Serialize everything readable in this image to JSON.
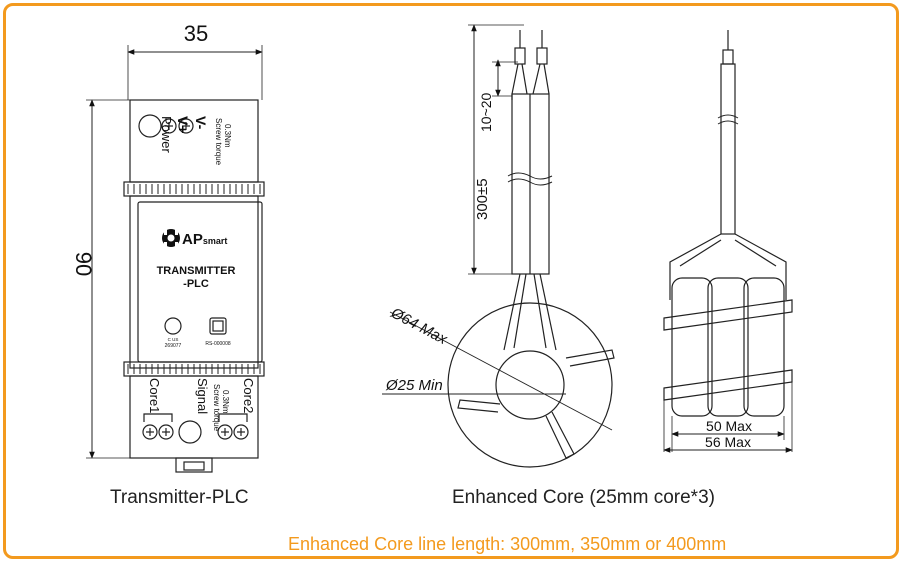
{
  "transmitter": {
    "width_label": "35",
    "height_label": "90",
    "top_terminals": {
      "v_minus": "V-",
      "v_plus": "V+",
      "power": "Power",
      "screw_torque": "Screw torque",
      "torque_value": "0.3Nm"
    },
    "brand": "APsmart",
    "brand_prefix": "AP",
    "brand_suffix": "smart",
    "model_line1": "TRANSMITTER",
    "model_line2": "-PLC",
    "cert_mark": "C US",
    "cert_number": "269077",
    "rs_number": "RS-000008",
    "bottom_terminals": {
      "core1": "Core1",
      "signal": "Signal",
      "core2": "Core2",
      "screw_torque": "Screw torque",
      "torque_value": "0.3Nm"
    },
    "caption": "Transmitter-PLC"
  },
  "core": {
    "lead_length_label": "300±5",
    "strip_label": "10~20",
    "outer_dia_label": "Ø64 Max",
    "inner_dia_label": "Ø25 Min",
    "width_label_1": "50 Max",
    "width_label_2": "56 Max",
    "caption": "Enhanced Core (25mm core*3)"
  },
  "note": "Enhanced Core line length: 300mm,  350mm or 400mm",
  "colors": {
    "accent": "#f39a1e",
    "line": "#222222"
  }
}
